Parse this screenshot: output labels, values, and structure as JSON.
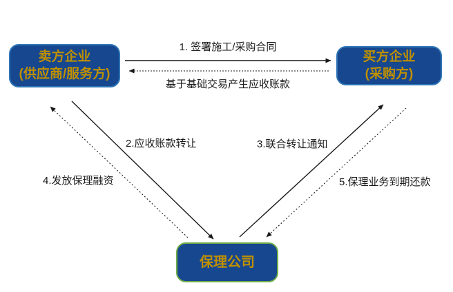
{
  "diagram": {
    "title": "factoring-business-flow",
    "nodes": {
      "seller": {
        "line1": "卖方企业",
        "line2": "(供应商/服务方)"
      },
      "buyer": {
        "line1": "买方企业",
        "line2": "(采购方)"
      },
      "factor": {
        "label": "保理公司"
      }
    },
    "edges": {
      "e1": {
        "label": "1. 签署施工/采购合同",
        "style": "solid",
        "from": "seller",
        "to": "buyer"
      },
      "e1b": {
        "label": "基于基础交易产生应收账款",
        "style": "dotted",
        "from": "buyer",
        "to": "seller"
      },
      "e2": {
        "label": "2.应收账款转让",
        "style": "solid",
        "from": "seller",
        "to": "factor"
      },
      "e3": {
        "label": "3.联合转让通知",
        "style": "solid",
        "from": "factor",
        "to": "buyer"
      },
      "e4": {
        "label": "4.发放保理融资",
        "style": "dotted",
        "from": "factor",
        "to": "seller"
      },
      "e5": {
        "label": "5.保理业务到期还款",
        "style": "dotted",
        "from": "buyer",
        "to": "factor"
      }
    }
  },
  "colors": {
    "node_fill": "#17478F",
    "node_text": "#BF9000",
    "node_border_blue": "#2E75B6",
    "node_border_green": "#70AD47",
    "edge_color": "#1A1A1A",
    "background": "#FFFFFF"
  }
}
